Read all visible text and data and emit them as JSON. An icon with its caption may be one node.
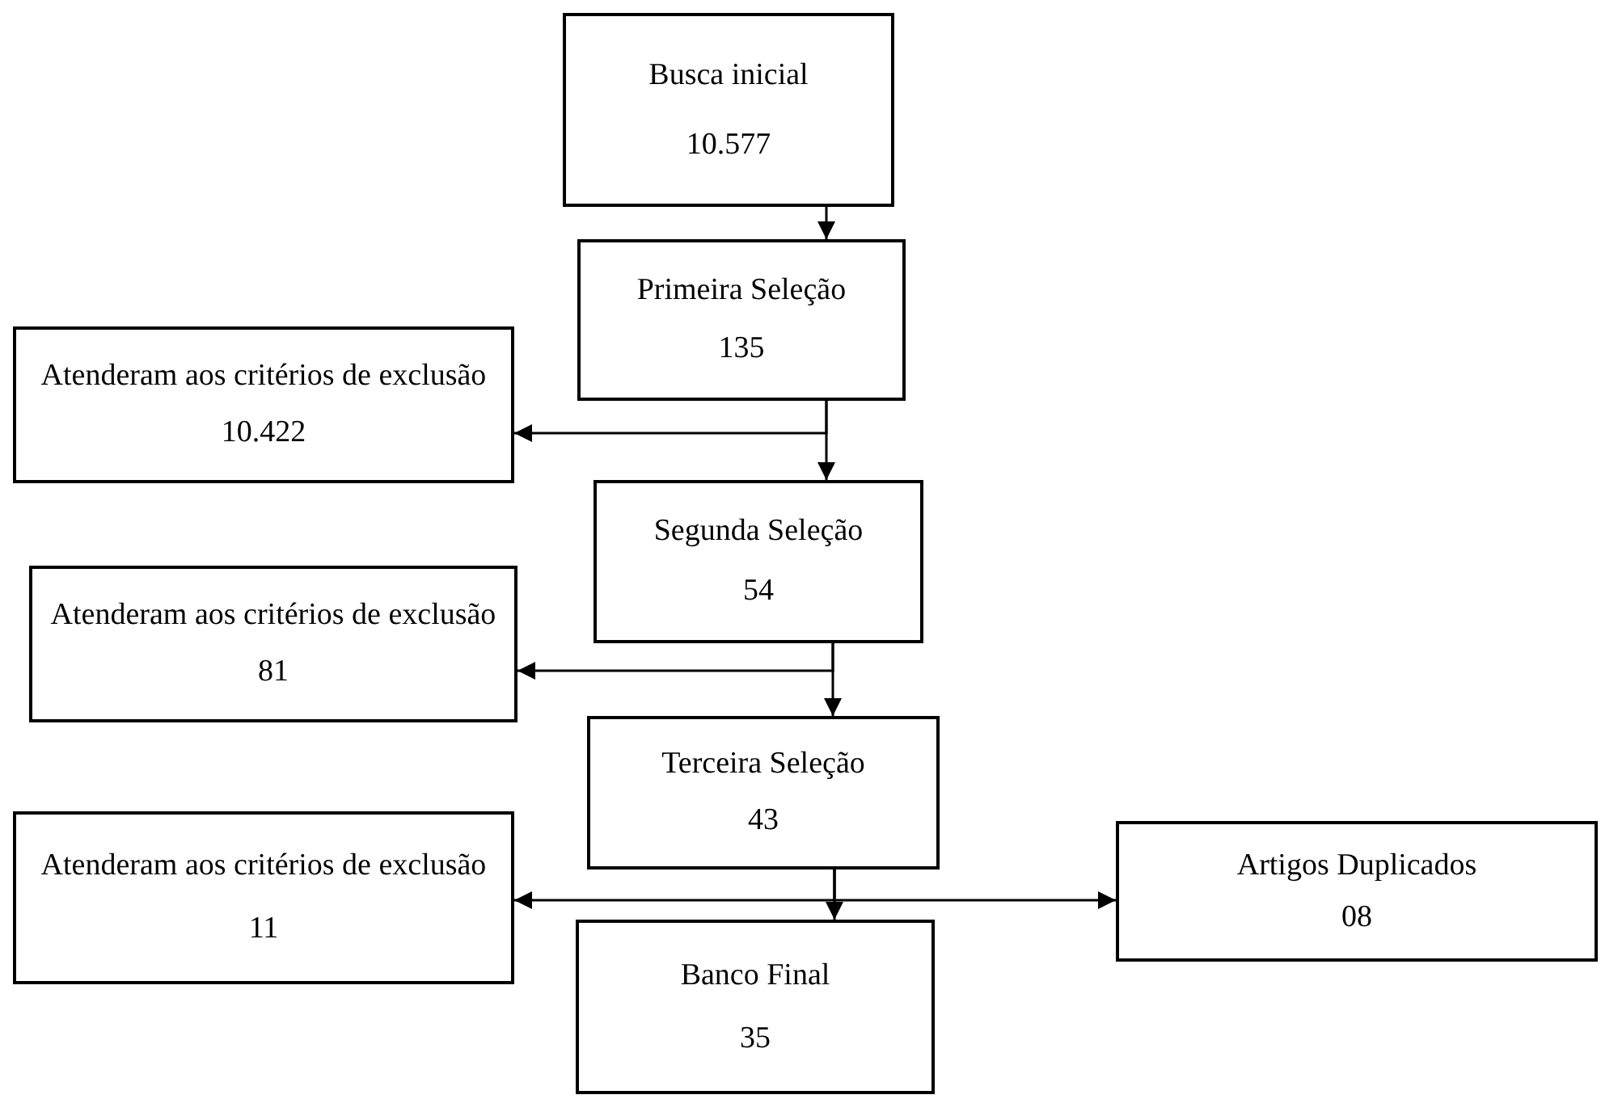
{
  "diagram": {
    "nodes": [
      {
        "text": [
          "Busca inicial",
          "10.577"
        ]
      },
      {
        "text": [
          "Primeira Seleção",
          "135"
        ]
      },
      {
        "text": [
          "Atenderam aos critérios de exclusão",
          "10.422"
        ]
      },
      {
        "text": [
          "Segunda Seleção",
          "54"
        ]
      },
      {
        "text": [
          "Atenderam aos critérios de exclusão",
          "81"
        ]
      },
      {
        "text": [
          "Terceira Seleção",
          "43"
        ]
      },
      {
        "text": [
          "Atenderam aos critérios de exclusão",
          "11"
        ]
      },
      {
        "text": [
          "Artigos Duplicados",
          "08"
        ]
      },
      {
        "text": [
          "Banco Final",
          "35"
        ]
      }
    ],
    "edges": [
      {
        "from": 0,
        "to": 1,
        "arrow": "to"
      },
      {
        "from": 1,
        "to": 3,
        "arrow": "to"
      },
      {
        "from": 1,
        "to": 2,
        "arrow": "to"
      },
      {
        "from": 3,
        "to": 5,
        "arrow": "to"
      },
      {
        "from": 3,
        "to": 4,
        "arrow": "to"
      },
      {
        "from": 5,
        "to": 8,
        "arrow": "to"
      },
      {
        "from": 5,
        "to": 6,
        "arrow": "to"
      },
      {
        "from": 5,
        "to": 7,
        "arrow": "to"
      }
    ]
  }
}
